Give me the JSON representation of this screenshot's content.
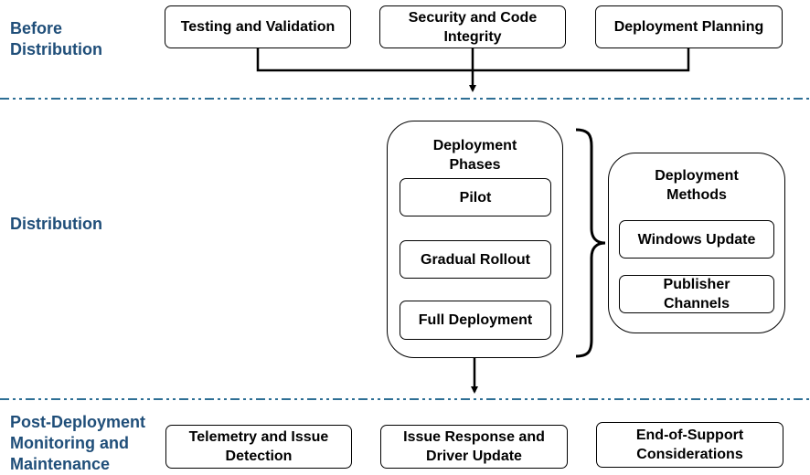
{
  "phases": {
    "before": "Before Distribution",
    "distribution": "Distribution",
    "post": "Post-Deployment Monitoring and Maintenance"
  },
  "before_boxes": [
    "Testing and Validation",
    "Security and Code Integrity",
    "Deployment Planning"
  ],
  "deployment_phases": {
    "title": "Deployment Phases",
    "steps": [
      "Pilot",
      "Gradual Rollout",
      "Full Deployment"
    ]
  },
  "deployment_methods": {
    "title": "Deployment Methods",
    "items": [
      "Windows Update",
      "Publisher Channels"
    ]
  },
  "post_boxes": [
    "Telemetry and Issue Detection",
    "Issue Response and Driver Update",
    "End-of-Support Considerations"
  ],
  "colors": {
    "phase_label": "#1f4e79",
    "divider": "#2e6f95"
  }
}
